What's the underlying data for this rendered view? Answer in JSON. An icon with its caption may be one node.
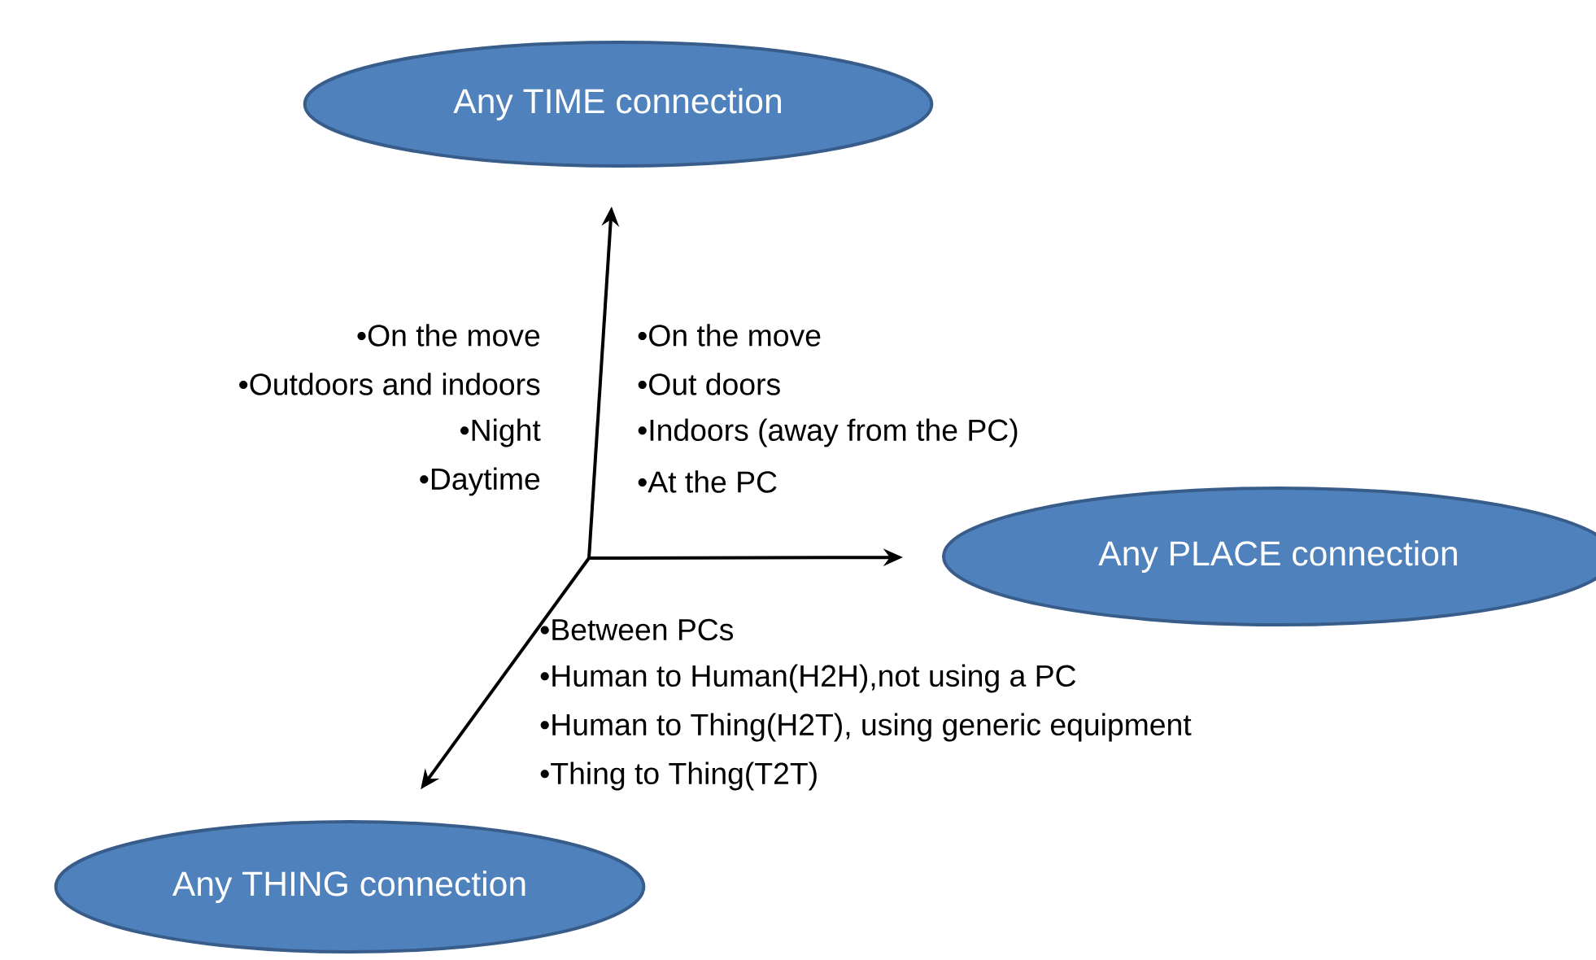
{
  "diagram": {
    "nodes": [
      {
        "text": [
          "Any TIME connection"
        ]
      },
      {
        "text": [
          "Any PLACE connection"
        ]
      },
      {
        "text": [
          "Any THING connection"
        ]
      }
    ],
    "edges": [
      {
        "from": null,
        "to": 0,
        "arrow": "to"
      },
      {
        "from": null,
        "to": 1,
        "arrow": "to"
      },
      {
        "from": null,
        "to": 2,
        "arrow": "to"
      }
    ],
    "labels": [
      "•On the move",
      "•Outdoors and indoors",
      "•Night",
      "•Daytime",
      "•On the move",
      "•Out doors",
      "•Indoors (away from the PC)",
      "•At the PC",
      "•Between PCs",
      "•Human to Human(H2H),not using a PC",
      "•Human to Thing(H2T), using generic equipment",
      "•Thing  to Thing(T2T)"
    ]
  }
}
